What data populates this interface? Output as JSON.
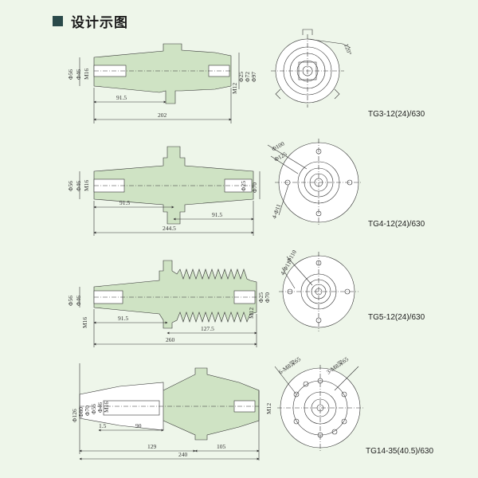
{
  "header": {
    "title": "设计示图"
  },
  "diagrams": [
    {
      "caption": "TG3-12(24)/630",
      "dims": {
        "d56": "Φ56",
        "d46": "Φ46",
        "m16": "M16",
        "m12": "M12",
        "d25": "Φ25",
        "d72": "Φ72",
        "d97": "Φ97",
        "len_a": "91.5",
        "len_total": "202",
        "angle": "120°"
      }
    },
    {
      "caption": "TG4-12(24)/630",
      "dims": {
        "d56": "Φ56",
        "d46": "Φ46",
        "m16": "M16",
        "d25": "Φ25",
        "d70": "Φ70",
        "len_a": "91.5",
        "len_b": "91.5",
        "len_total": "244.5",
        "d100": "Φ100",
        "d125": "Φ125",
        "holes": "4-Φ11"
      }
    },
    {
      "caption": "TG5-12(24)/630",
      "dims": {
        "d56": "Φ56",
        "d46": "Φ46",
        "m16": "M16",
        "m12": "M12",
        "d25": "Φ25",
        "d70": "Φ70",
        "len_a": "91.5",
        "len_b": "127.5",
        "len_total": "260",
        "d110": "Φ110",
        "holes": "4-Φ11"
      }
    },
    {
      "caption": "TG14-35(40.5)/630",
      "dims": {
        "d126": "Φ126",
        "d80": "Φ80",
        "d70": "Φ70",
        "d56": "Φ56",
        "d46": "Φ46",
        "m16": "M16",
        "m12": "M12",
        "len_1": "1.5",
        "len_90": "90",
        "len_129": "129",
        "len_105": "105",
        "len_240": "240",
        "bolts_a": "6-M8深65",
        "bolts_b": "3-M8深65"
      }
    }
  ]
}
